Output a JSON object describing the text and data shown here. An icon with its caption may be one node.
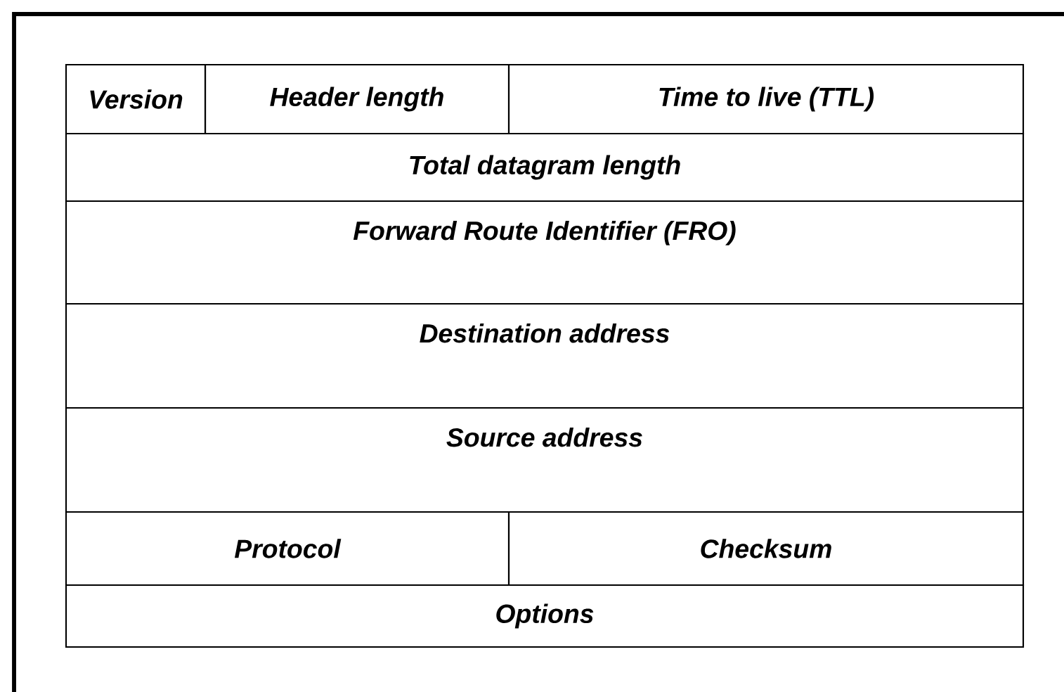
{
  "diagram": {
    "nodes": [
      {
        "text": [
          "Version"
        ]
      },
      {
        "text": [
          "Header length"
        ]
      },
      {
        "text": [
          "Time to live (TTL)"
        ]
      },
      {
        "text": [
          "Total datagram length"
        ]
      },
      {
        "text": [
          "Forward Route Identifier (FRO)"
        ]
      },
      {
        "text": [
          "Destination address"
        ]
      },
      {
        "text": [
          "Source address"
        ]
      },
      {
        "text": [
          "Protocol"
        ]
      },
      {
        "text": [
          "Checksum"
        ]
      },
      {
        "text": [
          "Options"
        ]
      }
    ]
  }
}
